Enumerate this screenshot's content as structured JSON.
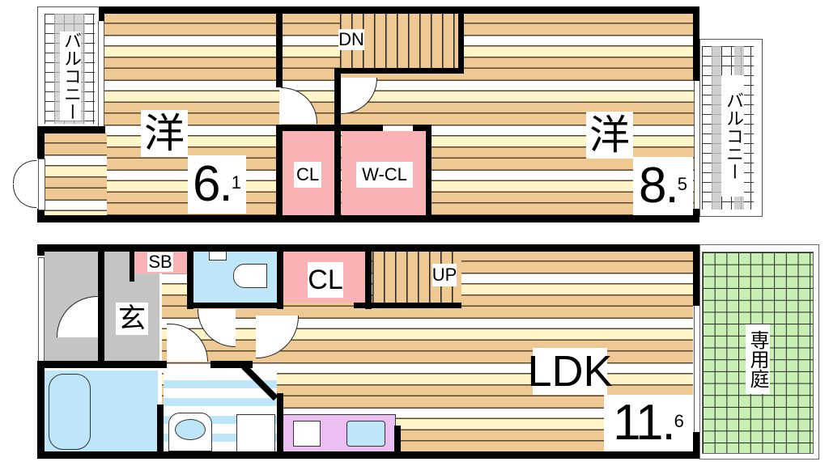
{
  "floor_plan": {
    "upper_floor": {
      "rooms": [
        {
          "id": "western-room-1",
          "label": "洋",
          "size_int": "6",
          "size_dec": "1"
        },
        {
          "id": "closet-1",
          "label": "CL"
        },
        {
          "id": "walk-in-closet",
          "label": "W-CL"
        },
        {
          "id": "western-room-2",
          "label": "洋",
          "size_int": "8",
          "size_dec": "5"
        }
      ],
      "stairs_label": "DN",
      "balcony_left": "バルコニー",
      "balcony_right": "バルコニー"
    },
    "lower_floor": {
      "rooms": [
        {
          "id": "shoe-box",
          "label": "SB"
        },
        {
          "id": "entrance",
          "label": "玄"
        },
        {
          "id": "closet-2",
          "label": "CL"
        },
        {
          "id": "ldk",
          "label": "LDK",
          "size_int": "11",
          "size_dec": "6"
        }
      ],
      "stairs_label": "UP",
      "garden": "専用庭"
    },
    "colors": {
      "wood_tan": "#efc994",
      "wood_cream": "#fff5c8",
      "closet_pink": "#f9b3b5",
      "wet_area_blue": "#bfe6f8",
      "entrance_gray": "#c4c4c4",
      "garden_green": "#c9f0b4",
      "kitchen_purple": "#ecbff2"
    }
  }
}
